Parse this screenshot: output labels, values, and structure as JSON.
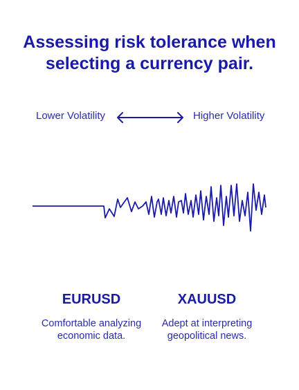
{
  "title": "Assessing risk tolerance when selecting a currency pair.",
  "scale": {
    "low_label": "Lower Volatility",
    "high_label": "Higher Volatility"
  },
  "pairs": [
    {
      "name": "EURUSD",
      "description": "Comfortable analyzing economic data."
    },
    {
      "name": "XAUUSD",
      "description": "Adept at interpreting geopolitical news."
    }
  ],
  "colors": {
    "primary": "#1a1aa8",
    "background": "#ffffff"
  },
  "icons": {
    "arrow": "double-headed-arrow-icon",
    "wave": "volatility-wave-icon"
  }
}
